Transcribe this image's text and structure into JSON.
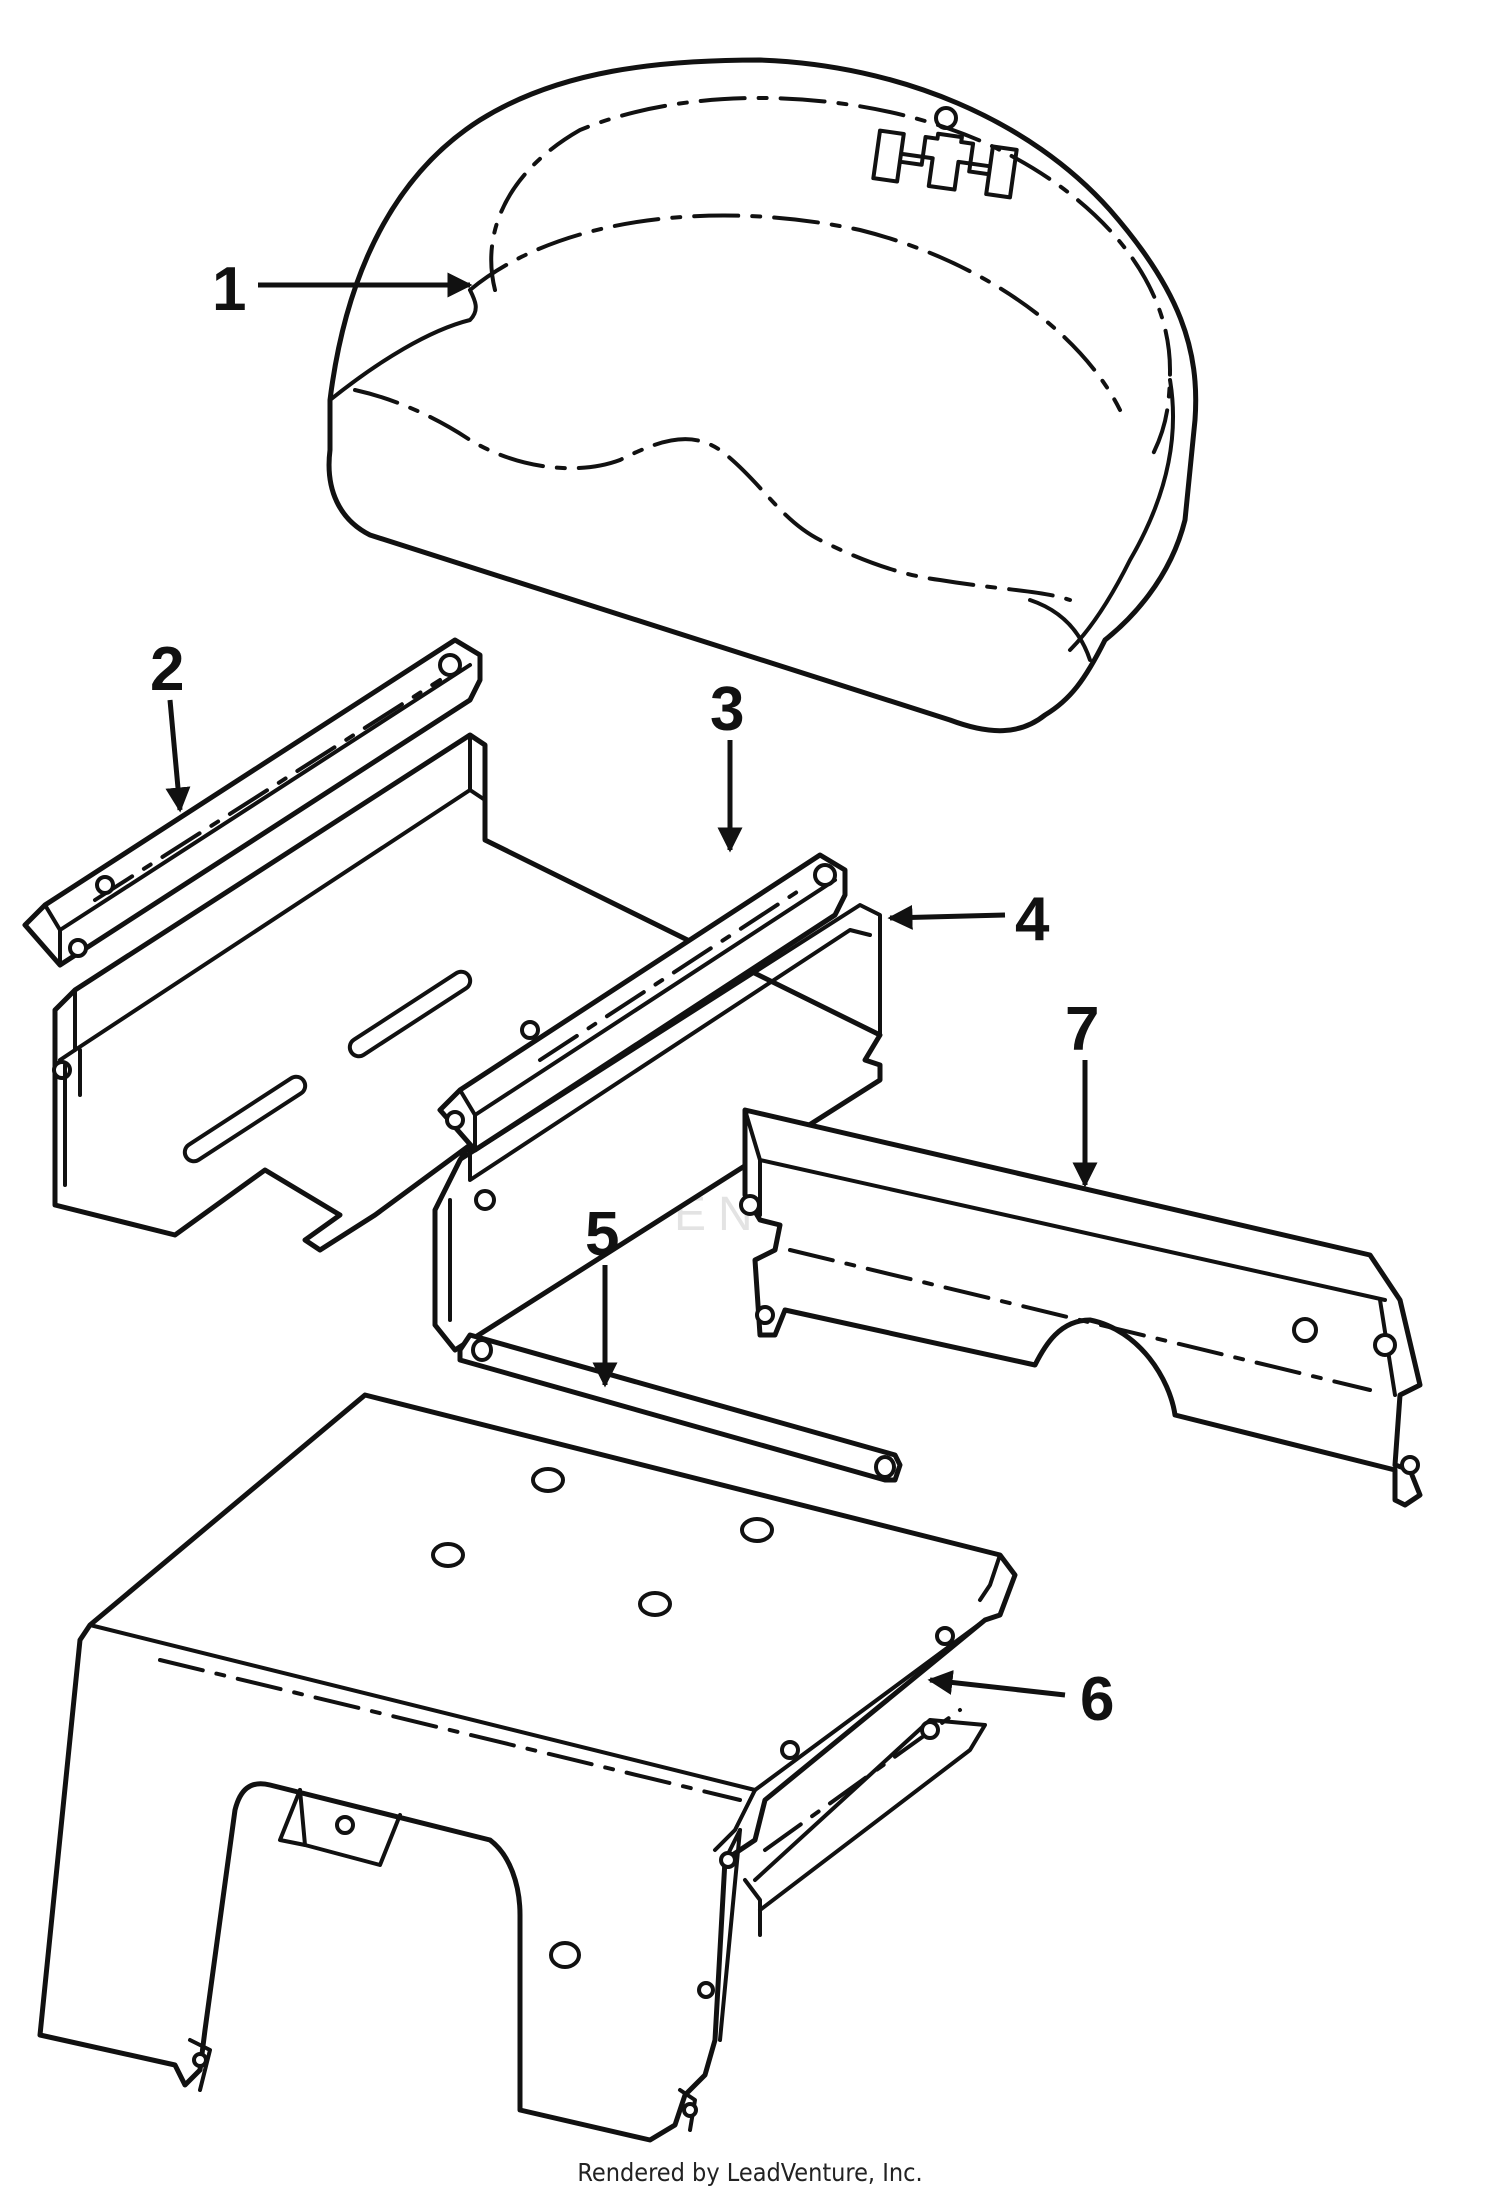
{
  "callouts": [
    {
      "id": "1",
      "label": "1"
    },
    {
      "id": "2",
      "label": "2"
    },
    {
      "id": "3",
      "label": "3"
    },
    {
      "id": "4",
      "label": "4"
    },
    {
      "id": "5",
      "label": "5"
    },
    {
      "id": "6",
      "label": "6"
    },
    {
      "id": "7",
      "label": "7"
    }
  ],
  "watermark": "LEADVENTURE",
  "footer": "Rendered by LeadVenture, Inc.",
  "colors": {
    "line": "#111111",
    "background": "#ffffff",
    "watermark": "#d8d8d8"
  },
  "icons": [
    "ih-logo-icon",
    "leadventure-logo-icon"
  ]
}
